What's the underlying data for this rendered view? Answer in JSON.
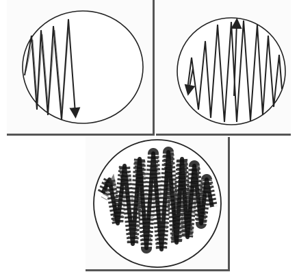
{
  "figure": {
    "panels": [
      {
        "id": "top-left",
        "pattern": "zigzag",
        "arrows": [
          "down-right"
        ]
      },
      {
        "id": "top-right",
        "pattern": "zigzag",
        "arrows": [
          "up",
          "down-left"
        ]
      },
      {
        "id": "bottom",
        "pattern": "stippled-zigzag"
      }
    ],
    "colors": {
      "stroke": "#222222",
      "stipple": "#1a1a1a",
      "background": "#ffffff"
    }
  }
}
